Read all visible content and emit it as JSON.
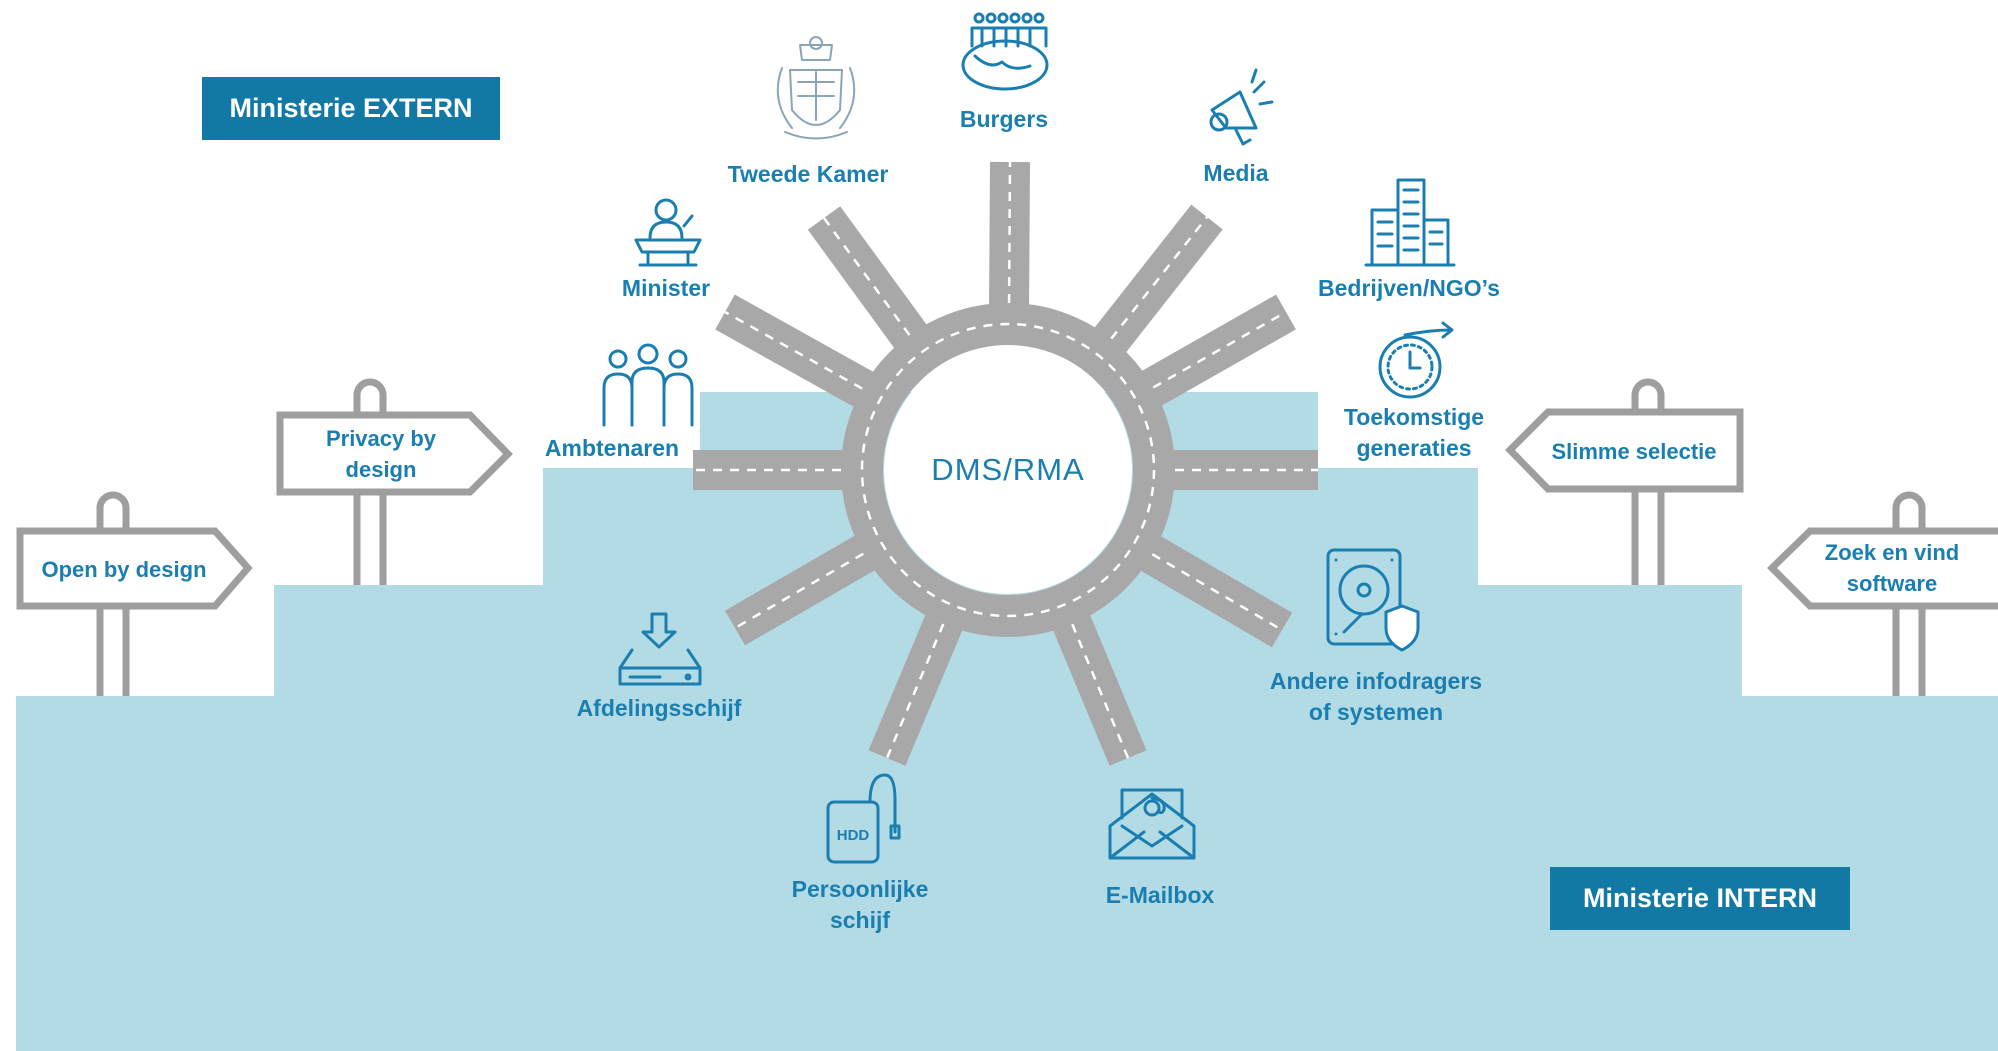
{
  "tags": {
    "extern": "Ministerie EXTERN",
    "intern": "Ministerie INTERN"
  },
  "center": {
    "label": "DMS/RMA"
  },
  "stakeholders": {
    "burgers": "Burgers",
    "tweede_kamer": "Tweede Kamer",
    "media": "Media",
    "minister": "Minister",
    "bedrijven": "Bedrijven/NGO’s",
    "ambtenaren": "Ambtenaren",
    "toekomstige": "Toekomstige\ngeneraties"
  },
  "storage": {
    "afdelingsschijf": "Afdelingsschijf",
    "persoonlijke": "Persoonlijke\nschijf",
    "hdd": "HDD",
    "mailbox": "E-Mailbox",
    "andere": "Andere infodragers\nof systemen"
  },
  "signs": {
    "open": "Open by design",
    "privacy": "Privacy by\ndesign",
    "slimme": "Slimme selectie",
    "zoek": "Zoek en vind\nsoftware"
  },
  "colors": {
    "accent": "#1279a5",
    "text": "#1a7fb0",
    "intern_area": "#b3dbe5",
    "road": "#a8a8a8",
    "sign_border": "#9e9e9e"
  },
  "icons": {
    "burgers": "crowd-globe-icon",
    "tweede_kamer": "coat-of-arms-icon",
    "media": "megaphone-icon",
    "minister": "speaker-podium-icon",
    "bedrijven": "office-buildings-icon",
    "ambtenaren": "group-of-people-icon",
    "toekomstige": "clock-arrow-icon",
    "afdelingsschijf": "drive-download-icon",
    "persoonlijke": "external-hdd-icon",
    "mailbox": "email-envelope-icon",
    "andere": "hard-disk-shield-icon"
  }
}
